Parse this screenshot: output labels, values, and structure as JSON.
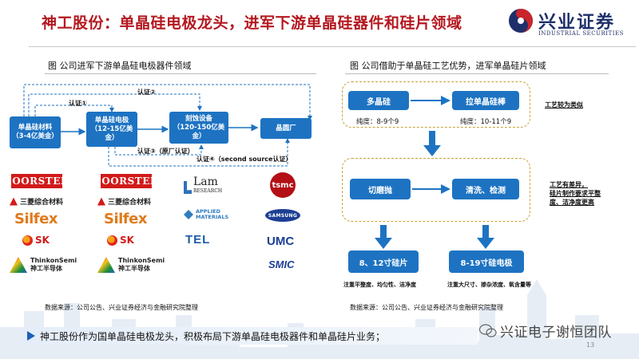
{
  "header": {
    "title": "神工股份：单晶硅电极龙头，进军下游单晶硅器件和硅片领域",
    "brand_cn": "兴业证券",
    "brand_en": "INDUSTRIAL SECURITIES"
  },
  "left_figure": {
    "title": "图 公司进军下游单晶硅电极器件领域",
    "boxes": {
      "material": "单晶硅材料\n（3-4亿美金）",
      "electrode": "单晶硅电极\n（12-15亿美金）",
      "etch": "刻蚀设备\n（120-150亿美金）",
      "fab": "晶圆厂"
    },
    "certs": {
      "c1": "认证①",
      "c2": "认证②",
      "c3": "认证③（原厂认证）",
      "c4": "认证④（second source认证）"
    },
    "logos": {
      "col1": [
        "COORSTEK",
        "三菱综合材料",
        "Silfex",
        "SK",
        "ThinkonSemi",
        "神工半导体"
      ],
      "col2": [
        "COORSTEK",
        "三菱综合材料",
        "Silfex",
        "SK",
        "ThinkonSemi",
        "神工半导体"
      ],
      "col3": [
        "Lam",
        "RESEARCH",
        "APPLIED",
        "MATERIALS",
        "TEL"
      ],
      "col4": [
        "tsmc",
        "SAMSUNG",
        "UMC",
        "SMIC"
      ]
    },
    "source": "数据来源：公司公告、兴业证券经济与金融研究院整理"
  },
  "right_figure": {
    "title": "图 公司借助于单晶硅工艺优势，进军单晶硅片领域",
    "box_poly": "多晶硅",
    "box_pull": "拉单晶硅棒",
    "purity_poly": "纯度：8-9个9",
    "purity_pull": "纯度：10-11个9",
    "note1": "工艺较为类似",
    "box_cut": "切磨抛",
    "box_clean": "清洗、检测",
    "note2_l1": "工艺有差异，",
    "note2_l2": "硅片制作要求平整",
    "note2_l3": "度、洁净度更高",
    "box_wafer": "8、12寸硅片",
    "box_electrode": "8-19寸硅电极",
    "wafer_focus": "注重平整度、均匀性、洁净度",
    "electrode_focus": "注重大尺寸、掺杂浓度、氧含量等",
    "source": "数据来源：公司公告、兴业证券经济与金融研究院整理"
  },
  "footer": {
    "bullet": "神工股份作为国单晶硅电极龙头，积极布局下游单晶硅电极器件和单晶硅片业务；",
    "watermark": "兴证电子谢恒团队",
    "page": "13"
  },
  "colors": {
    "title_red": "#b4181f",
    "box_blue": "#1d73c2",
    "brand_navy": "#1f2f6a",
    "dash_gold": "#c8a238"
  }
}
